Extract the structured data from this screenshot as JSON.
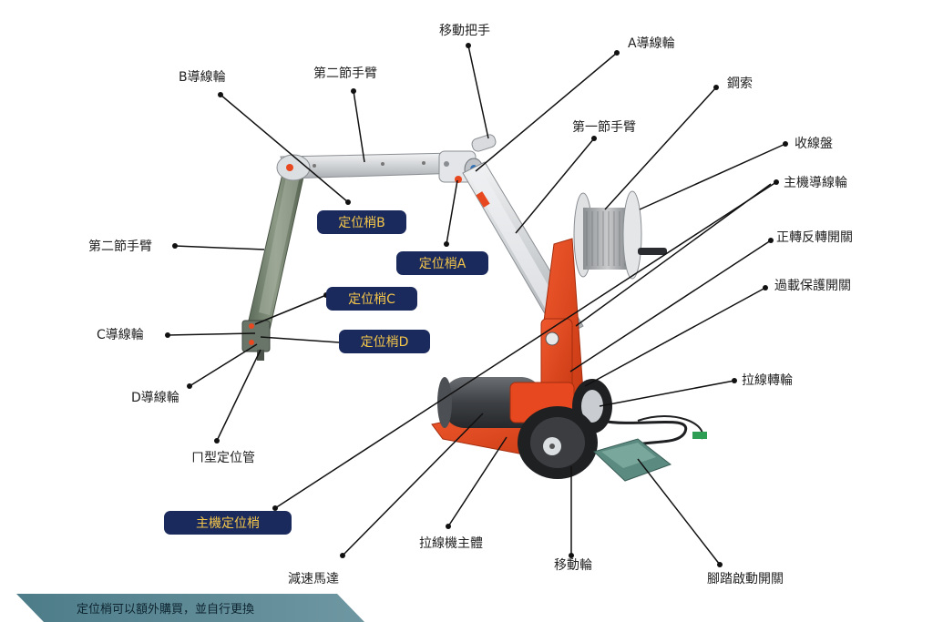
{
  "labels": {
    "handle": "移動把手",
    "roller_a": "A導線輪",
    "roller_b": "B導線輪",
    "arm2_top": "第二節手臂",
    "steel_cable": "鋼索",
    "arm1": "第一節手臂",
    "reel": "收線盤",
    "main_roller": "主機導線輪",
    "fwd_rev_switch": "正轉反轉開關",
    "overload_switch": "過載保護開關",
    "arm2_left": "第二節手臂",
    "roller_c": "C導線輪",
    "roller_d": "D導線輪",
    "pull_wheel": "拉線轉輪",
    "tube": "ㄇ型定位管",
    "machine_body": "拉線機主體",
    "move_wheel": "移動輪",
    "motor": "減速馬達",
    "foot_switch": "腳踏啟動開關"
  },
  "pins": {
    "pin_b": "定位梢B",
    "pin_a": "定位梢A",
    "pin_c": "定位梢C",
    "pin_d": "定位梢D",
    "main_pin": "主機定位梢"
  },
  "footer": {
    "note": "定位梢可以額外購買，並自行更換"
  },
  "colors": {
    "pill_bg": "#1b2a5c",
    "pill_text": "#f3c64a",
    "machine_red": "#e8481f",
    "arm_silver": "#d4d6d8",
    "footer_band": "#5f8b97"
  }
}
